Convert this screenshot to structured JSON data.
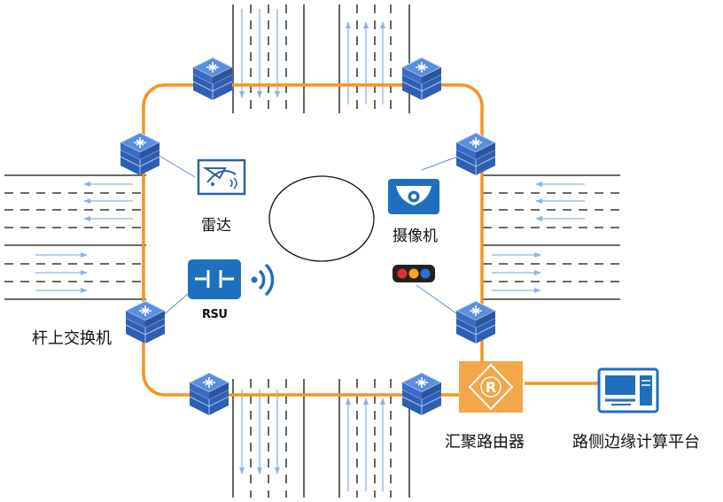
{
  "labels": {
    "pole_switch": "杆上交换机",
    "radar": "雷达",
    "rsu": "RSU",
    "camera": "摄像机",
    "aggregation_router": "汇聚路由器",
    "roadside_platform": "路侧边缘计算平台",
    "router_symbol": "R"
  },
  "icons": [
    "switch-icon",
    "radar-icon",
    "rsu-icon",
    "wireless-signal-icon",
    "camera-icon",
    "traffic-light-icon",
    "router-icon",
    "computer-icon"
  ],
  "colors": {
    "ring": "#f7941d",
    "switch_top": "#4a7fd4",
    "switch_side": "#2f5fb3",
    "device_bg": "#1f6fbf",
    "road_line": "#111111",
    "lane_arrow": "#8fb4de",
    "router_bg": "#f3a64a",
    "traffic_lights": [
      "#e03030",
      "#f5a623",
      "#2f6fd6"
    ]
  }
}
